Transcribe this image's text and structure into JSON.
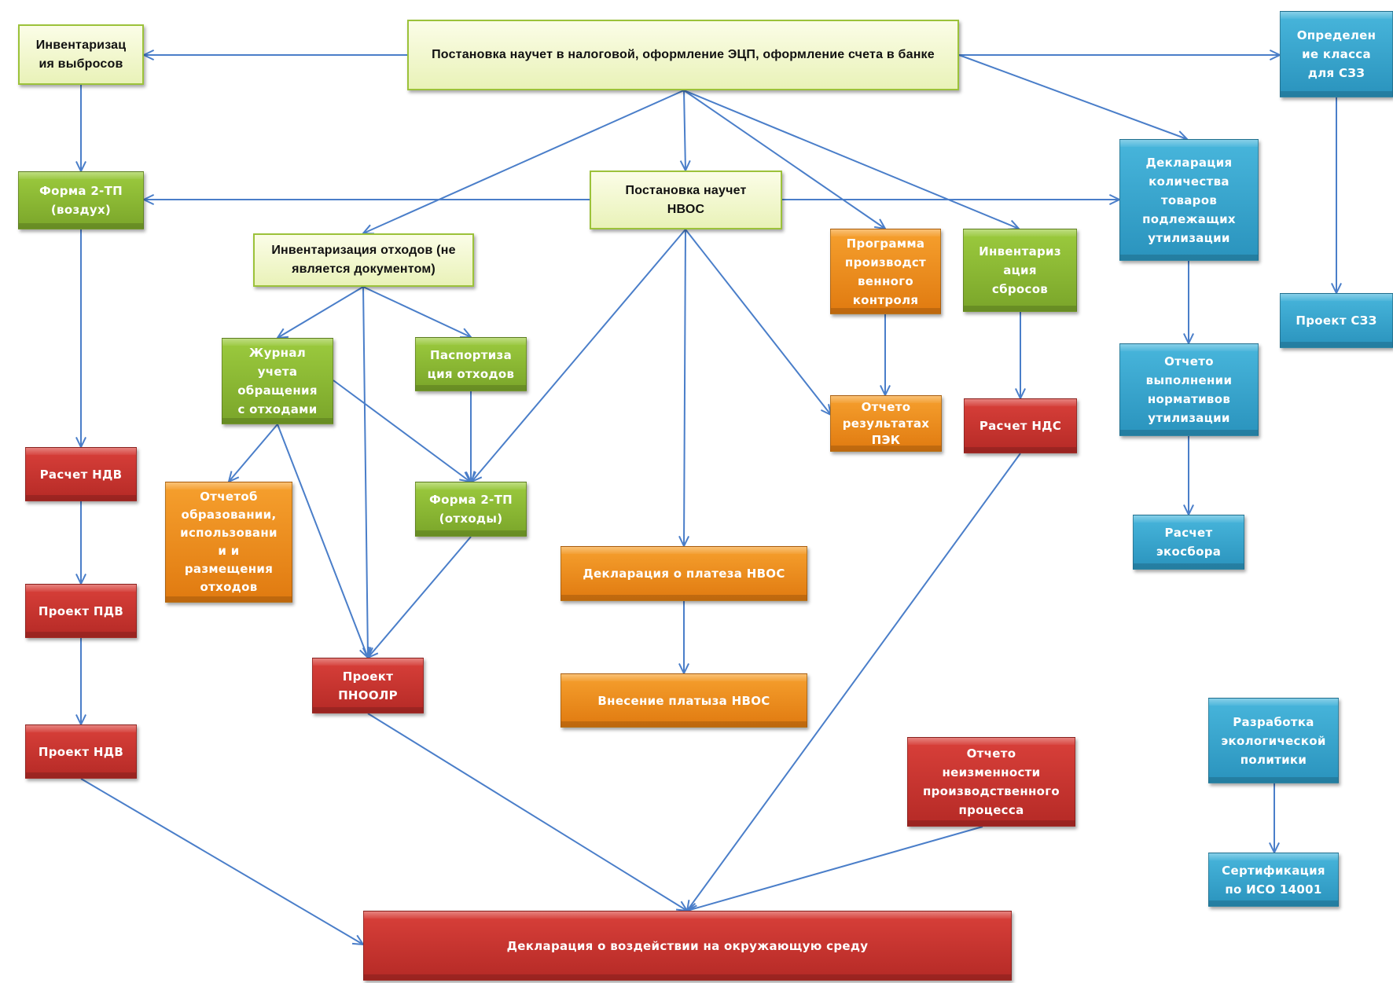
{
  "diagram": {
    "colors": {
      "edge": "#4a7ec9",
      "light_fill": "#eef5c8",
      "light_border": "#9cc23a",
      "green": "#8ab834",
      "orange": "#ee8c1e",
      "red": "#c73430",
      "blue": "#36a5cf"
    },
    "nodes": {
      "registration": "Постановка научет в налоговой, оформление ЭЦП, оформление счета в банке",
      "inventory_emissions": "Инвентаризац\nия выбросов",
      "form_2tp_air": "Форма 2-ТП\n(воздух)",
      "nvos_registration": "Постановка научет\nНВОС",
      "sanitary_class": "Определен\nие класса\nдля СЗЗ",
      "goods_declaration": "Декларация\nколичества\nтоваров\nподлежащих\nутилизации",
      "sanitary_project": "Проект СЗЗ",
      "waste_inventory": "Инвентаризация отходов (не\nявляется документом)",
      "production_control_program": "Программа\nпроизводст\nвенного\nконтроля",
      "discharge_inventory": "Инвентариз\nация\nсбросов",
      "waste_journal": "Журнал\nучета\nобращения\nс отходами",
      "waste_passport": "Паспортиза\nция отходов",
      "pek_report": "Отчето\nрезультатах\nПЭК",
      "nds_calculation": "Расчет НДС",
      "utilization_report": "Отчето\nвыполнении\nнормативов\nутилизации",
      "ndv_calculation": "Расчет НДВ",
      "waste_report": "Отчетоб\nобразовании,\nиспользовани\nи и\nразмещения\nотходов",
      "form_2tp_waste": "Форма 2-ТП\n(отходы)",
      "ecofee_calculation": "Расчет\nэкосбора",
      "nvos_payment_declaration": "Декларация о платеза НВОС",
      "pdv_project": "Проект ПДВ",
      "pnoolr_project": "Проект\nПНООЛР",
      "nvos_payment": "Внесение платыза НВОС",
      "ndv_project": "Проект НДВ",
      "process_unchanged_report": "Отчето\nнеизменности\nпроизводственного\nпроцесса",
      "eco_policy": "Разработка\nэкологической\nполитики",
      "iso_certification": "Сертификация\nпо ИСО 14001",
      "environmental_impact_declaration": "Декларация о воздействии на окружающую среду"
    },
    "edges": [
      [
        "registration",
        "inventory_emissions"
      ],
      [
        "registration",
        "sanitary_class"
      ],
      [
        "registration",
        "goods_declaration"
      ],
      [
        "registration",
        "nvos_registration"
      ],
      [
        "registration",
        "waste_inventory"
      ],
      [
        "registration",
        "production_control_program"
      ],
      [
        "registration",
        "discharge_inventory"
      ],
      [
        "inventory_emissions",
        "form_2tp_air"
      ],
      [
        "nvos_registration",
        "form_2tp_air"
      ],
      [
        "nvos_registration",
        "goods_declaration"
      ],
      [
        "nvos_registration",
        "form_2tp_waste"
      ],
      [
        "nvos_registration",
        "nvos_payment_declaration"
      ],
      [
        "nvos_registration",
        "pek_report"
      ],
      [
        "sanitary_class",
        "sanitary_project"
      ],
      [
        "goods_declaration",
        "utilization_report"
      ],
      [
        "utilization_report",
        "ecofee_calculation"
      ],
      [
        "waste_inventory",
        "waste_journal"
      ],
      [
        "waste_inventory",
        "waste_passport"
      ],
      [
        "waste_inventory",
        "pnoolr_project"
      ],
      [
        "waste_journal",
        "waste_report"
      ],
      [
        "waste_journal",
        "pnoolr_project"
      ],
      [
        "waste_journal",
        "form_2tp_waste"
      ],
      [
        "waste_passport",
        "form_2tp_waste"
      ],
      [
        "form_2tp_waste",
        "pnoolr_project"
      ],
      [
        "production_control_program",
        "pek_report"
      ],
      [
        "discharge_inventory",
        "nds_calculation"
      ],
      [
        "form_2tp_air",
        "ndv_calculation"
      ],
      [
        "ndv_calculation",
        "pdv_project"
      ],
      [
        "pdv_project",
        "ndv_project"
      ],
      [
        "nvos_payment_declaration",
        "nvos_payment"
      ],
      [
        "eco_policy",
        "iso_certification"
      ],
      [
        "ndv_project",
        "environmental_impact_declaration"
      ],
      [
        "pnoolr_project",
        "environmental_impact_declaration"
      ],
      [
        "nds_calculation",
        "environmental_impact_declaration"
      ],
      [
        "process_unchanged_report",
        "environmental_impact_declaration"
      ]
    ]
  }
}
